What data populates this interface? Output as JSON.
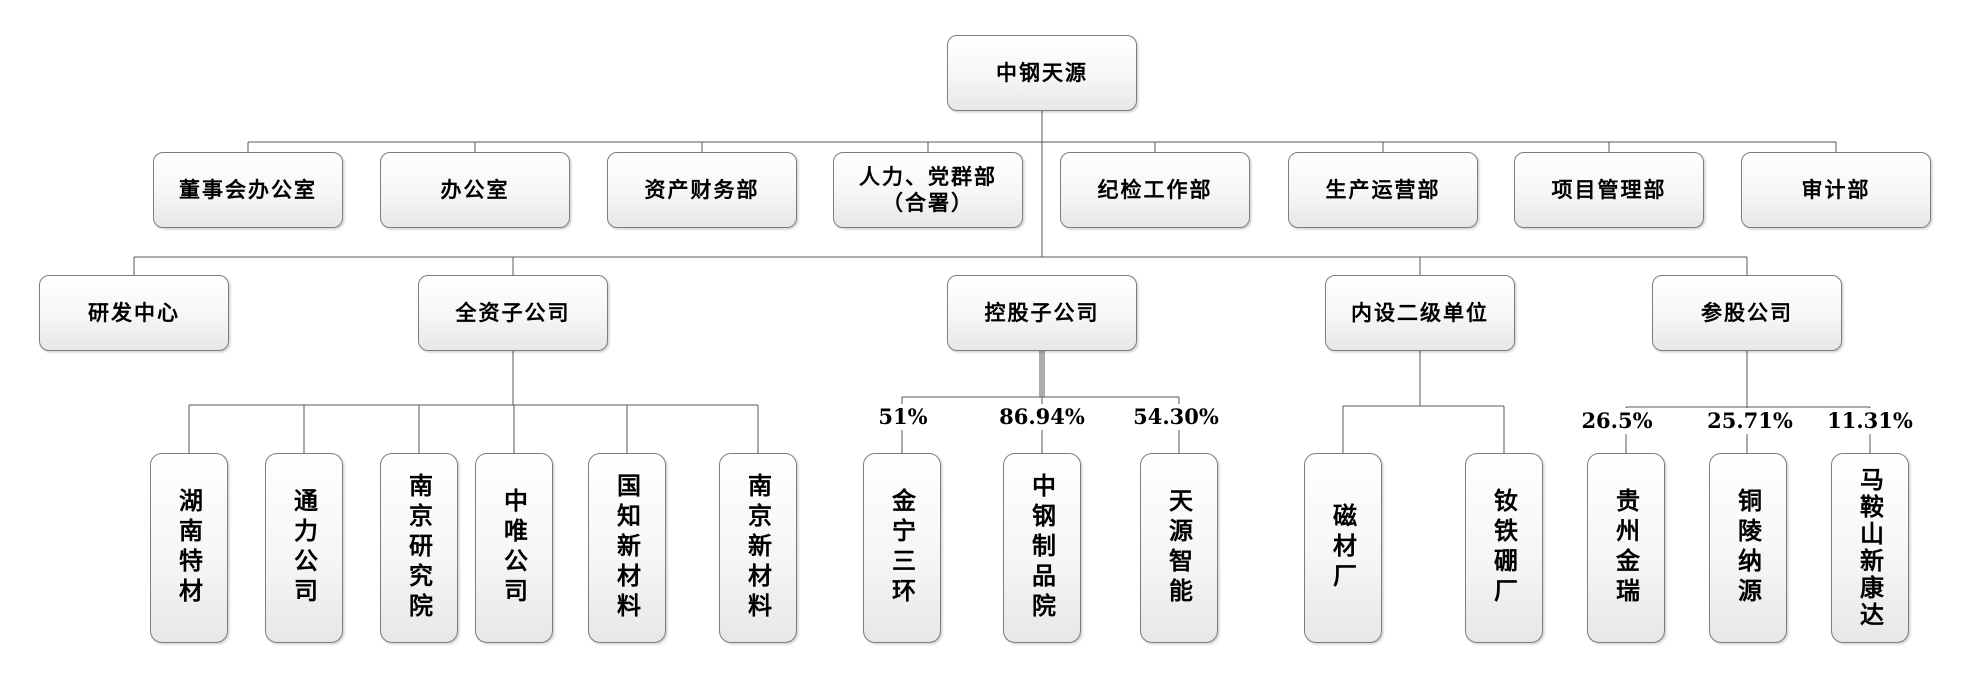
{
  "org": {
    "root": {
      "label": "中钢天源"
    },
    "departments": [
      {
        "label": "董事会办公室"
      },
      {
        "label": "办公室"
      },
      {
        "label": "资产财务部"
      },
      {
        "label": "人力、党群部",
        "label2": "（合署）"
      },
      {
        "label": "纪检工作部"
      },
      {
        "label": "生产运营部"
      },
      {
        "label": "项目管理部"
      },
      {
        "label": "审计部"
      }
    ],
    "units": [
      {
        "label": "研发中心",
        "children": []
      },
      {
        "label": "全资子公司",
        "children": [
          {
            "label": "湖南特材"
          },
          {
            "label": "通力公司"
          },
          {
            "label": "南京研究院"
          },
          {
            "label": "中唯公司"
          },
          {
            "label": "国知新材料"
          },
          {
            "label": "南京新材料"
          }
        ]
      },
      {
        "label": "控股子公司",
        "children": [
          {
            "label": "金宁三环",
            "share": "51%"
          },
          {
            "label": "中钢制品院",
            "share": "86.94%"
          },
          {
            "label": "天源智能",
            "share": "54.30%"
          }
        ]
      },
      {
        "label": "内设二级单位",
        "children": [
          {
            "label": "磁材厂"
          },
          {
            "label": "钕铁硼厂"
          }
        ]
      },
      {
        "label": "参股公司",
        "children": [
          {
            "label": "贵州金瑞",
            "share": "26.5%"
          },
          {
            "label": "铜陵纳源",
            "share": "25.71%"
          },
          {
            "label": "马鞍山新康达",
            "share": "11.31%"
          }
        ]
      }
    ],
    "colors": {
      "line": "#595959",
      "box_border": "#7d7d7d",
      "box_fill_top": "#ffffff",
      "box_fill_bottom": "#e7e7e7",
      "text": "#000000"
    }
  }
}
